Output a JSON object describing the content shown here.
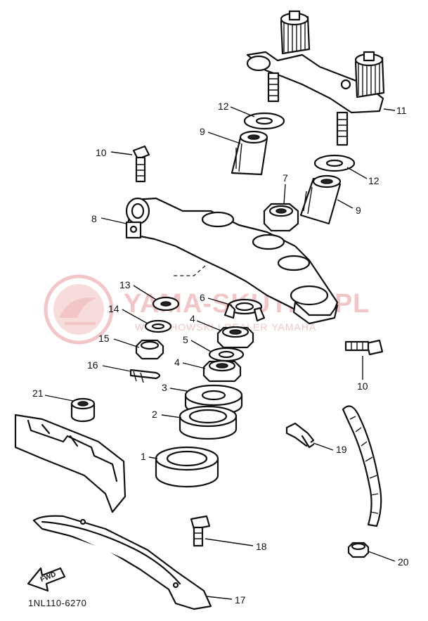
{
  "diagram_code": "1NL110-6270",
  "watermark": {
    "title": "YAMA-SKUTER.PL",
    "subtitle": "WOJ CHOWSKI I DEALER YAMAHA"
  },
  "fwd_label": "FWD",
  "callouts": {
    "c1": "1",
    "c2": "2",
    "c3": "3",
    "c4a": "4",
    "c4b": "4",
    "c5": "5",
    "c6": "6",
    "c7": "7",
    "c8": "8",
    "c9a": "9",
    "c9b": "9",
    "c10a": "10",
    "c10b": "10",
    "c11": "11",
    "c12a": "12",
    "c12b": "12",
    "c13": "13",
    "c14": "14",
    "c15": "15",
    "c16": "16",
    "c17": "17",
    "c18": "18",
    "c19": "19",
    "c20": "20",
    "c21": "21"
  },
  "colors": {
    "line": "#111111",
    "watermark": "#f2c6c6"
  }
}
